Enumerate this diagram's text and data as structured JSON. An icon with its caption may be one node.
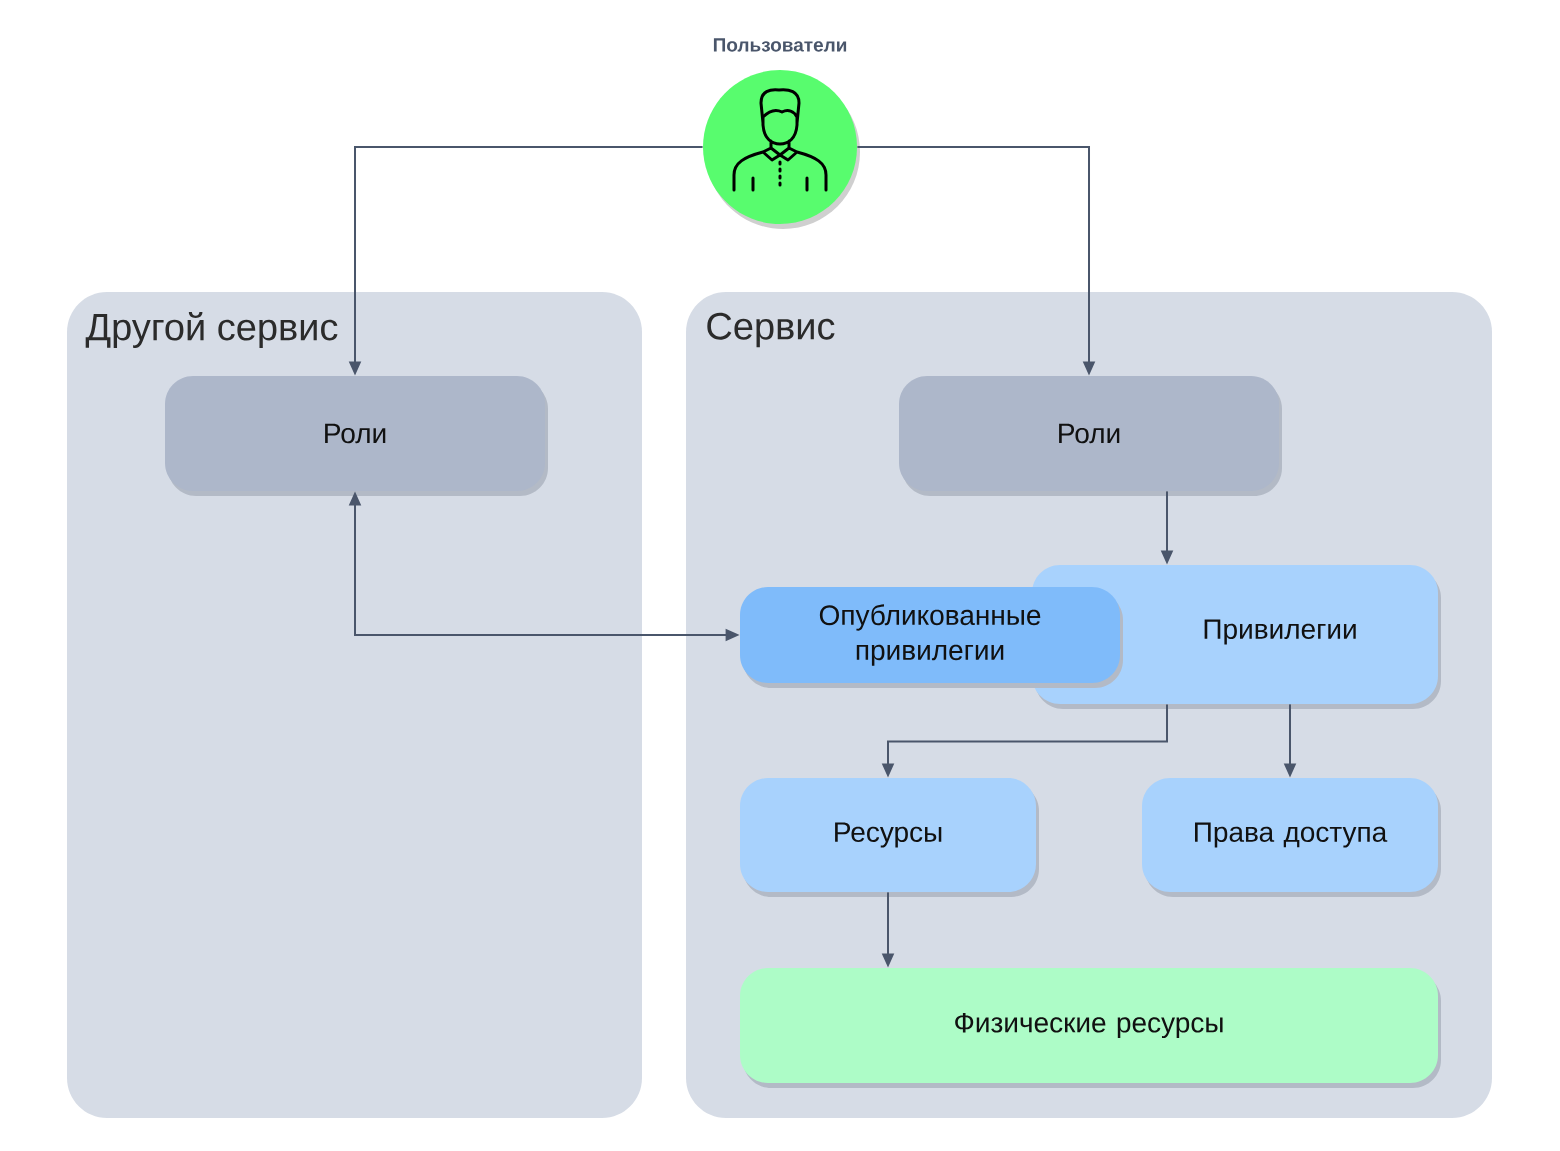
{
  "diagram": {
    "nodes": [
      {
        "text": [
          "Пользователи"
        ]
      },
      {
        "text": [
          "Другой сервис"
        ]
      },
      {
        "text": [
          "Роли"
        ],
        "in": 1
      },
      {
        "text": [
          "Сервис"
        ]
      },
      {
        "text": [
          "Роли"
        ],
        "in": 3
      },
      {
        "text": [
          "Опубликованные привилегии"
        ],
        "in": 3
      },
      {
        "text": [
          "Привилегии"
        ],
        "in": 3
      },
      {
        "text": [
          "Ресурсы"
        ],
        "in": 3
      },
      {
        "text": [
          "Права доступа"
        ],
        "in": 3
      },
      {
        "text": [
          "Физические ресурсы"
        ],
        "in": 3
      }
    ],
    "edges": [
      {
        "from": 0,
        "to": 2,
        "arrow": "to"
      },
      {
        "from": 0,
        "to": 4,
        "arrow": "to"
      },
      {
        "from": 2,
        "to": 5,
        "arrow": "both"
      },
      {
        "from": 4,
        "to": 6,
        "arrow": "to"
      },
      {
        "from": 6,
        "to": 7,
        "arrow": "to"
      },
      {
        "from": 6,
        "to": 8,
        "arrow": "to"
      },
      {
        "from": 7,
        "to": 9,
        "arrow": "to"
      }
    ]
  }
}
